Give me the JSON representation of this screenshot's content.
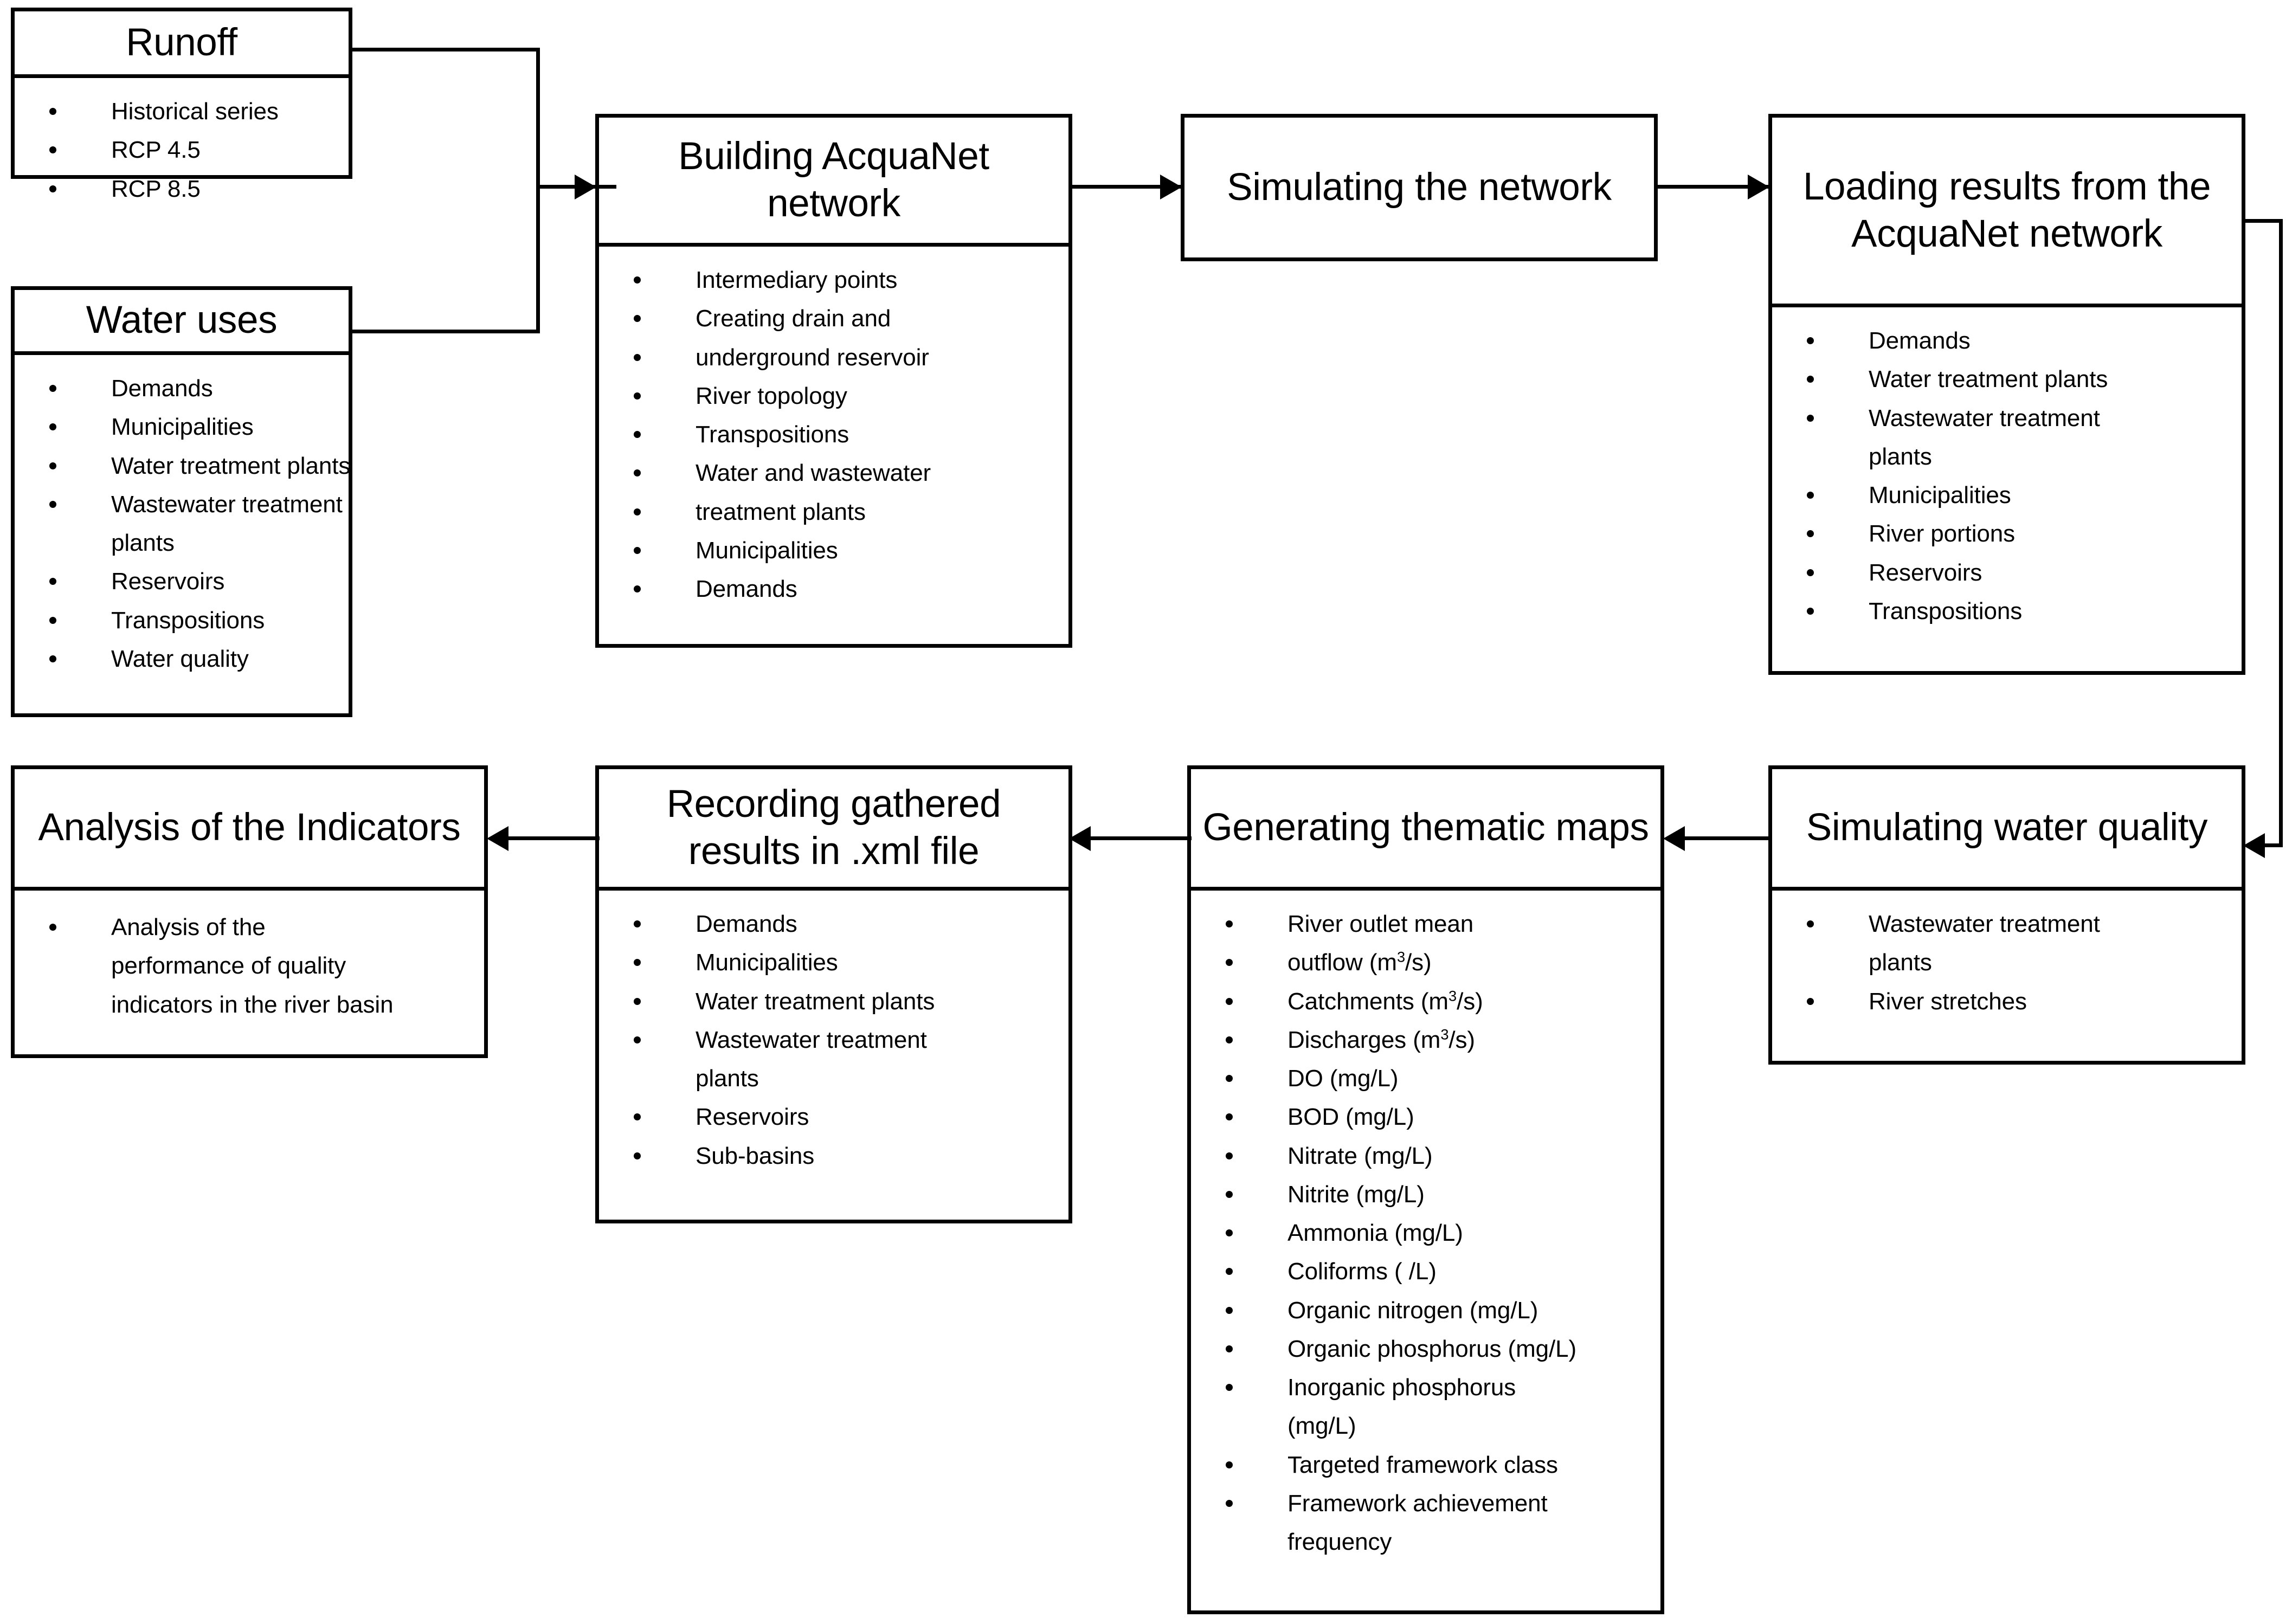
{
  "diagram": {
    "title": "AcquaNet water-resources modelling workflow",
    "line_color": "#000000",
    "background_color": "#ffffff"
  },
  "nodes": {
    "runoff": {
      "header": "Runoff",
      "items": [
        {
          "text": "Historical series",
          "bullet": true
        },
        {
          "text": "RCP 4.5",
          "bullet": true
        },
        {
          "text": "RCP 8.5",
          "bullet": true
        }
      ]
    },
    "water_uses": {
      "header": "Water uses",
      "items": [
        {
          "text": "Demands",
          "bullet": true
        },
        {
          "text": "Municipalities",
          "bullet": true
        },
        {
          "text": "Water treatment plants",
          "bullet": true
        },
        {
          "text": "Wastewater treatment",
          "bullet": true
        },
        {
          "text": "plants",
          "bullet": false
        },
        {
          "text": "Reservoirs",
          "bullet": true
        },
        {
          "text": "Transpositions",
          "bullet": true
        },
        {
          "text": "Water quality",
          "bullet": true
        }
      ]
    },
    "building_network": {
      "header": "Building AcquaNet network",
      "items": [
        {
          "text": "Intermediary points",
          "bullet": true
        },
        {
          "text": "Creating drain and",
          "bullet": true
        },
        {
          "text": "underground reservoir",
          "bullet": true
        },
        {
          "text": "River topology",
          "bullet": true
        },
        {
          "text": "Transpositions",
          "bullet": true
        },
        {
          "text": "Water and wastewater",
          "bullet": true
        },
        {
          "text": "treatment plants",
          "bullet": true
        },
        {
          "text": "Municipalities",
          "bullet": true
        },
        {
          "text": "Demands",
          "bullet": true
        }
      ]
    },
    "simulating_network": {
      "header": "Simulating the network",
      "items": []
    },
    "loading_results": {
      "header": "Loading results from the AcquaNet network",
      "items": [
        {
          "text": "Demands",
          "bullet": true
        },
        {
          "text": "Water treatment plants",
          "bullet": true
        },
        {
          "text": "Wastewater treatment",
          "bullet": true
        },
        {
          "text": "plants",
          "bullet": false
        },
        {
          "text": "Municipalities",
          "bullet": true
        },
        {
          "text": "River portions",
          "bullet": true
        },
        {
          "text": "Reservoirs",
          "bullet": true
        },
        {
          "text": "Transpositions",
          "bullet": true
        }
      ]
    },
    "simulating_quality": {
      "header": "Simulating water quality",
      "items": [
        {
          "text": "Wastewater treatment",
          "bullet": true
        },
        {
          "text": "plants",
          "bullet": false
        },
        {
          "text": "River stretches",
          "bullet": true
        }
      ]
    },
    "thematic_maps": {
      "header": "Generating thematic maps",
      "items": [
        {
          "text": "River outlet mean",
          "bullet": true
        },
        {
          "text": "outflow (m³/s)",
          "bullet": true
        },
        {
          "text": "Catchments (m³/s)",
          "bullet": true
        },
        {
          "text": "Discharges (m³/s)",
          "bullet": true
        },
        {
          "text": "DO (mg/L)",
          "bullet": true
        },
        {
          "text": "BOD (mg/L)",
          "bullet": true
        },
        {
          "text": "Nitrate (mg/L)",
          "bullet": true
        },
        {
          "text": "Nitrite (mg/L)",
          "bullet": true
        },
        {
          "text": "Ammonia (mg/L)",
          "bullet": true
        },
        {
          "text": "Coliforms ( /L)",
          "bullet": true
        },
        {
          "text": "Organic nitrogen (mg/L)",
          "bullet": true
        },
        {
          "text": "Organic phosphorus (mg/L)",
          "bullet": true
        },
        {
          "text": "Inorganic phosphorus",
          "bullet": true
        },
        {
          "text": "(mg/L)",
          "bullet": false
        },
        {
          "text": "Targeted framework class",
          "bullet": true
        },
        {
          "text": "Framework achievement",
          "bullet": true
        },
        {
          "text": "frequency",
          "bullet": false
        }
      ]
    },
    "recording_results": {
      "header": "Recording gathered results in .xml file",
      "items": [
        {
          "text": "Demands",
          "bullet": true
        },
        {
          "text": "Municipalities",
          "bullet": true
        },
        {
          "text": "Water treatment plants",
          "bullet": true
        },
        {
          "text": "Wastewater treatment",
          "bullet": true
        },
        {
          "text": "plants",
          "bullet": false
        },
        {
          "text": "Reservoirs",
          "bullet": true
        },
        {
          "text": "Sub-basins",
          "bullet": true
        }
      ]
    },
    "analysis_indicators": {
      "header": "Analysis of the Indicators",
      "items": [
        {
          "text": "Analysis of the",
          "bullet": true
        },
        {
          "text": "performance of quality",
          "bullet": false
        },
        {
          "text": "indicators in the river basin",
          "bullet": false
        }
      ]
    }
  },
  "edges": [
    {
      "from": "runoff",
      "to": "building_network",
      "style": "elbow-merge"
    },
    {
      "from": "water_uses",
      "to": "building_network",
      "style": "elbow-merge"
    },
    {
      "from": "building_network",
      "to": "simulating_network",
      "style": "straight-right"
    },
    {
      "from": "simulating_network",
      "to": "loading_results",
      "style": "straight-right"
    },
    {
      "from": "loading_results",
      "to": "simulating_quality",
      "style": "elbow-right-down"
    },
    {
      "from": "simulating_quality",
      "to": "thematic_maps",
      "style": "straight-left"
    },
    {
      "from": "thematic_maps",
      "to": "recording_results",
      "style": "straight-left"
    },
    {
      "from": "recording_results",
      "to": "analysis_indicators",
      "style": "straight-left"
    }
  ]
}
